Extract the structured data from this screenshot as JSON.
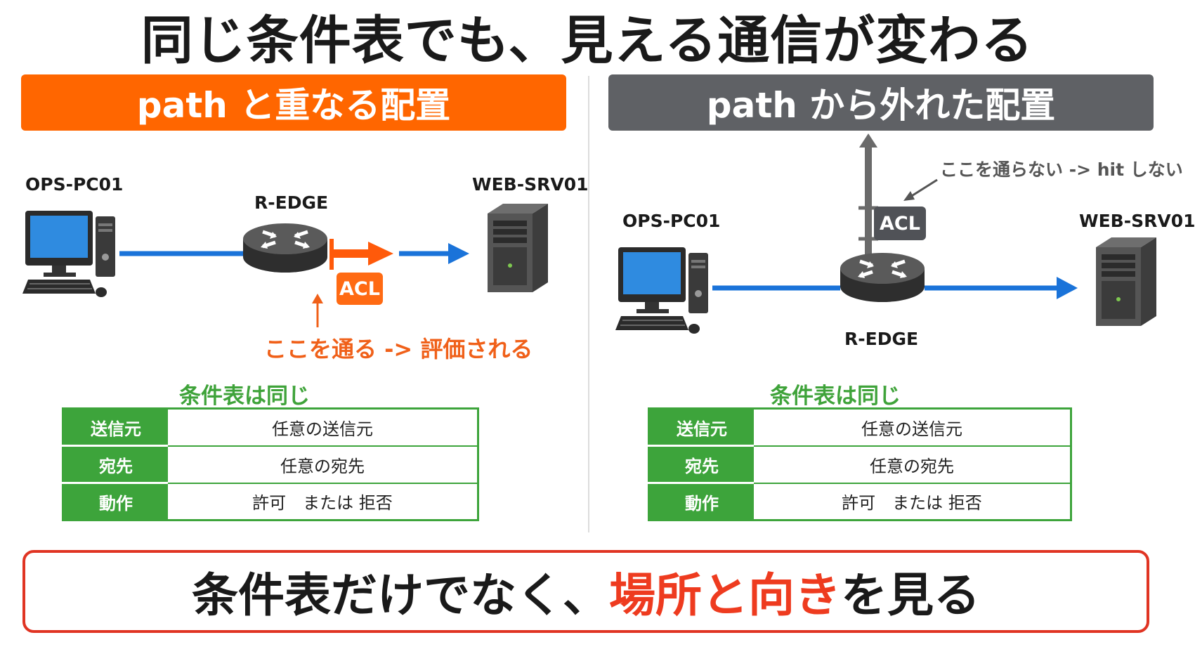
{
  "title": "同じ条件表でも、見える通信が変わる",
  "left_panel": {
    "banner": "path と重なる配置",
    "pc_label": "OPS-PC01",
    "router_label": "R-EDGE",
    "server_label": "WEB-SRV01",
    "acl_label": "ACL",
    "note": "ここを通る  -> 評価される",
    "table_title": "条件表は同じ",
    "rows": [
      {
        "key": "送信元",
        "value": "任意の送信元"
      },
      {
        "key": "宛先",
        "value": "任意の宛先"
      },
      {
        "key": "動作",
        "value": "許可　または 拒否"
      }
    ]
  },
  "right_panel": {
    "banner": "path から外れた配置",
    "pc_label": "OPS-PC01",
    "router_label": "R-EDGE",
    "server_label": "WEB-SRV01",
    "acl_label": "ACL",
    "note": "ここを通らない -> hit しない",
    "table_title": "条件表は同じ",
    "rows": [
      {
        "key": "送信元",
        "value": "任意の送信元"
      },
      {
        "key": "宛先",
        "value": "任意の宛先"
      },
      {
        "key": "動作",
        "value": "許可　または 拒否"
      }
    ]
  },
  "bottom": {
    "part1": "条件表だけでなく、",
    "highlight": "場所と向き",
    "part2": "を見る"
  },
  "colors": {
    "orange": "#ff6600",
    "gray_banner": "#5f6165",
    "flow_blue": "#1a73d9",
    "table_green": "#3da43b",
    "bottom_red": "#e03423"
  }
}
